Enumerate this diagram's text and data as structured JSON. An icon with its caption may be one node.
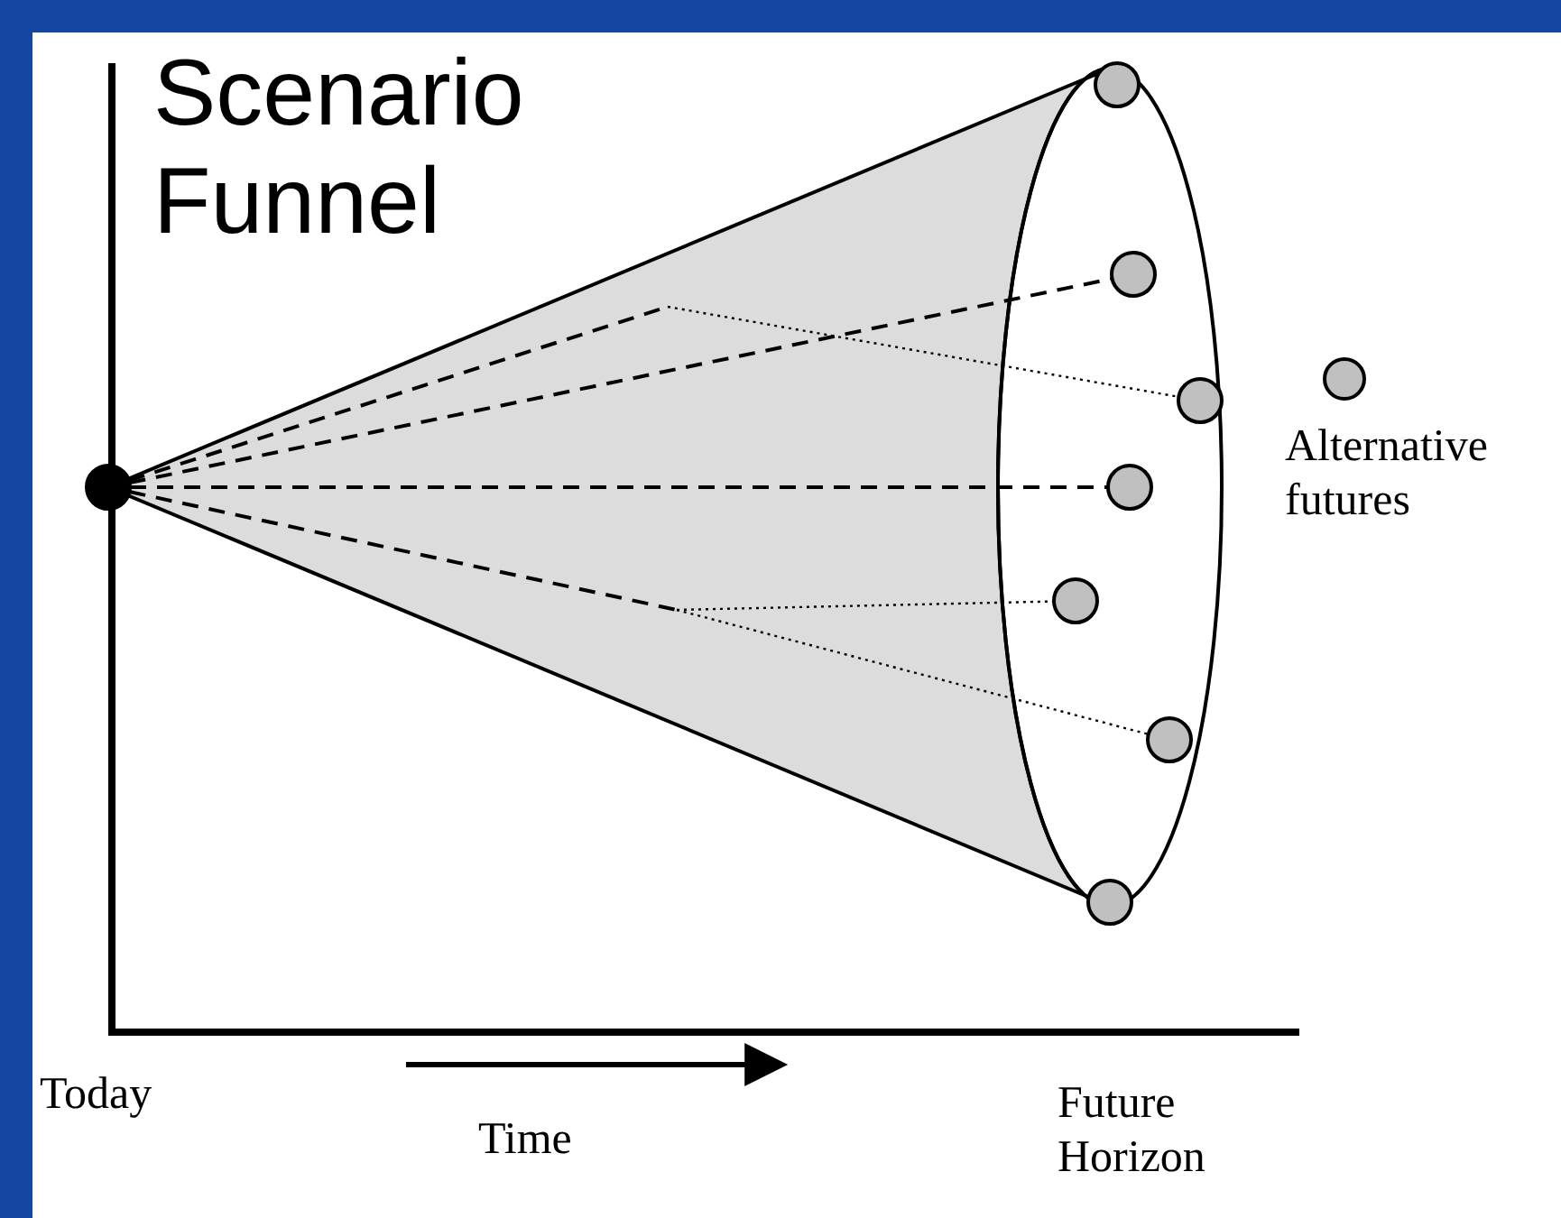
{
  "diagram": {
    "title": "Scenario Funnel",
    "nodes": [
      {
        "text": [],
        "shape": "circle"
      },
      {
        "text": [],
        "shape": "circle"
      },
      {
        "text": [],
        "shape": "circle"
      },
      {
        "text": [],
        "shape": "circle"
      },
      {
        "text": [],
        "shape": "circle"
      },
      {
        "text": [],
        "shape": "circle"
      },
      {
        "text": [],
        "shape": "circle"
      },
      {
        "text": [],
        "shape": "circle"
      }
    ],
    "edges": [
      {
        "from": 0,
        "to": 2,
        "arrow": "none",
        "style": "dashed"
      },
      {
        "from": 0,
        "to": 3,
        "arrow": "none",
        "style": "dashed"
      },
      {
        "from": 0,
        "to": 4,
        "arrow": "none",
        "style": "dashed"
      },
      {
        "from": 0,
        "to": 5,
        "arrow": "none",
        "style": "dashed"
      },
      {
        "from": 0,
        "to": 6,
        "arrow": "none",
        "style": "dashed"
      }
    ],
    "labels": [
      "Today",
      "Time",
      "Future Horizon"
    ],
    "legend": [
      {
        "text": "Alternative futures"
      }
    ]
  }
}
